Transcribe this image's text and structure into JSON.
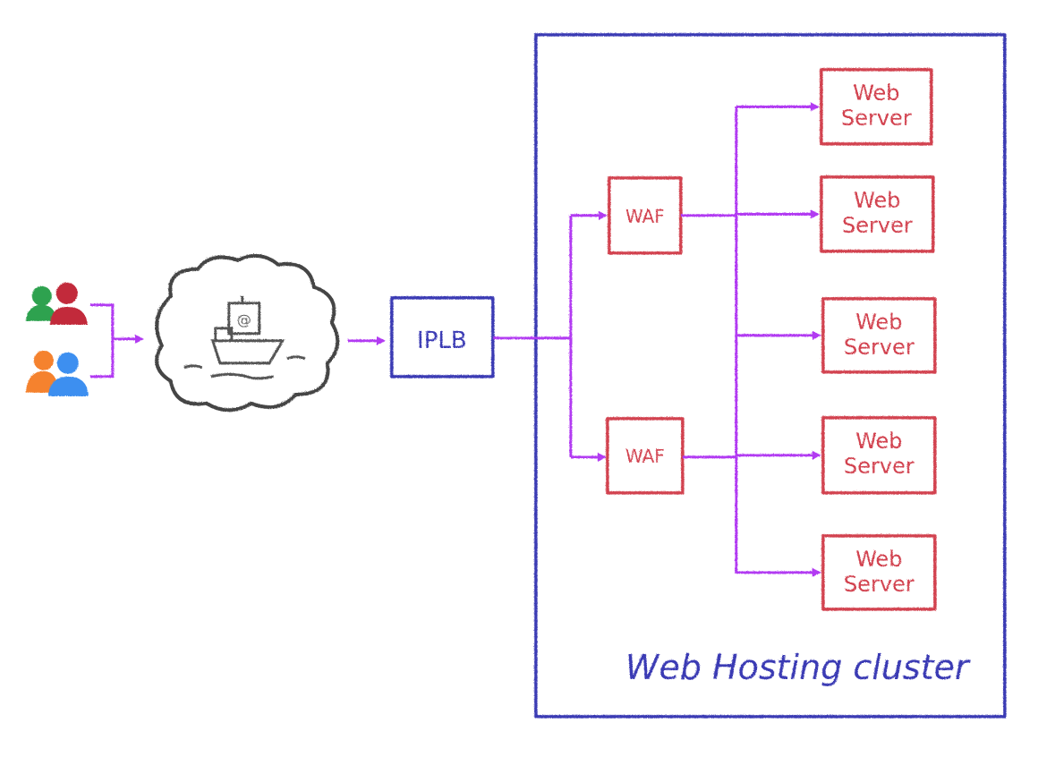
{
  "colors": {
    "flow": "#b23af2",
    "server": "#d2434f",
    "cluster": "#3a3ab4",
    "cloud": "#444444",
    "user_green": "#2ea24f",
    "user_red": "#c22a3a",
    "user_orange": "#f5822e",
    "user_blue": "#3d8ff0"
  },
  "nodes": {
    "iplb": "IPLB",
    "waf_1": "WAF",
    "waf_2": "WAF",
    "servers": [
      {
        "line1": "Web",
        "line2": "Server"
      },
      {
        "line1": "Web",
        "line2": "Server"
      },
      {
        "line1": "Web",
        "line2": "Server"
      },
      {
        "line1": "Web",
        "line2": "Server"
      },
      {
        "line1": "Web",
        "line2": "Server"
      }
    ],
    "internet_symbol": "@"
  },
  "cluster": {
    "label": "Web Hosting cluster"
  }
}
